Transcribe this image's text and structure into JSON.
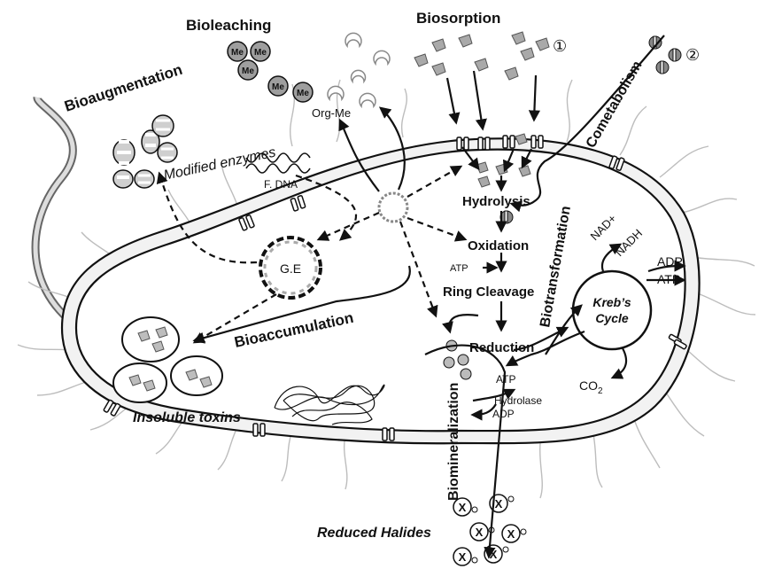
{
  "processes": {
    "bioleaching": "Bioleaching",
    "biosorption": "Biosorption",
    "bioaugmentation": "Bioaugmentation",
    "cometabolism": "Cometabolism",
    "biotransformation": "Biotransformation",
    "bioaccumulation": "Bioaccumulation",
    "biomineralization": "Biomineralization"
  },
  "labels": {
    "modified_enzymes": "Modified enzymes",
    "org_me": "Org-Me",
    "metal": "Me",
    "f_dna": "F. DNA",
    "ge": "G.E",
    "hydrolysis": "Hydrolysis",
    "oxidation": "Oxidation",
    "atp": "ATP",
    "ring_cleavage": "Ring Cleavage",
    "reduction": "Reduction",
    "hydrolase": "Hydrolase",
    "adp": "ADP",
    "nad_plus": "NAD+",
    "nadh": "NADH",
    "kreb_line1": "Kreb’s",
    "kreb_line2": "Cycle",
    "co2_main": "CO",
    "co2_sub": "2",
    "insoluble_toxins": "Insoluble toxins",
    "reduced_halides": "Reduced Halides",
    "halide": "X",
    "marker_1": "①",
    "marker_2": "②"
  }
}
